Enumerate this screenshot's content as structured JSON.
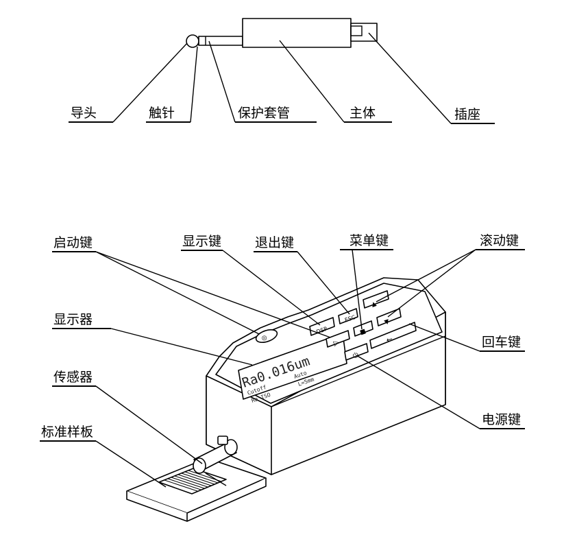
{
  "top_labels": {
    "guide_head": "导头",
    "stylus": "触针",
    "protective_sleeve": "保护套管",
    "main_body": "主体",
    "socket": "插座"
  },
  "bottom_labels": {
    "start_key": "启动键",
    "display_key": "显示键",
    "exit_key": "退出键",
    "menu_key": "菜单键",
    "scroll_key": "滚动键",
    "display": "显示器",
    "enter_key": "回车键",
    "sensor": "传感器",
    "standard_sample": "标准样板",
    "power_key": "电源键"
  },
  "screen": {
    "main_reading": "Ra0.016um",
    "row1_left": "Cutoff",
    "row1_right": "Auto",
    "row2_left": "Ra ISO",
    "row2_right": "L=5mm"
  }
}
